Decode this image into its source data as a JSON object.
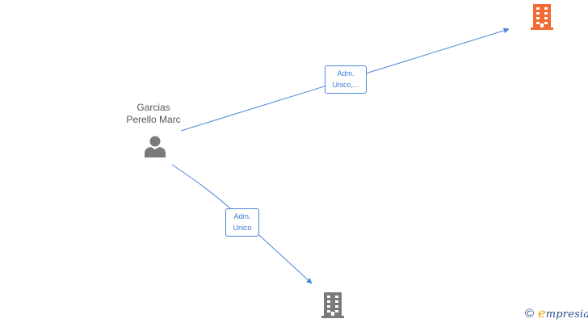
{
  "person": {
    "name_line1": "Garcias",
    "name_line2": "Perello Marc",
    "icon": "person-icon"
  },
  "companies": [
    {
      "icon": "building-icon",
      "color": "#f26a35"
    },
    {
      "icon": "building-icon",
      "color": "#7a7a7a"
    }
  ],
  "edges": [
    {
      "label_line1": "Adm.",
      "label_line2": "Unico,..."
    },
    {
      "label_line1": "Adm.",
      "label_line2": "Unico"
    }
  ],
  "colors": {
    "edge": "#4a86d8",
    "person": "#7a7a7a",
    "brand": "#2d4d8c",
    "brand_accent": "#f0a000"
  },
  "watermark": {
    "symbol": "©",
    "brand_initial": "e",
    "brand_rest": "mpresia"
  }
}
